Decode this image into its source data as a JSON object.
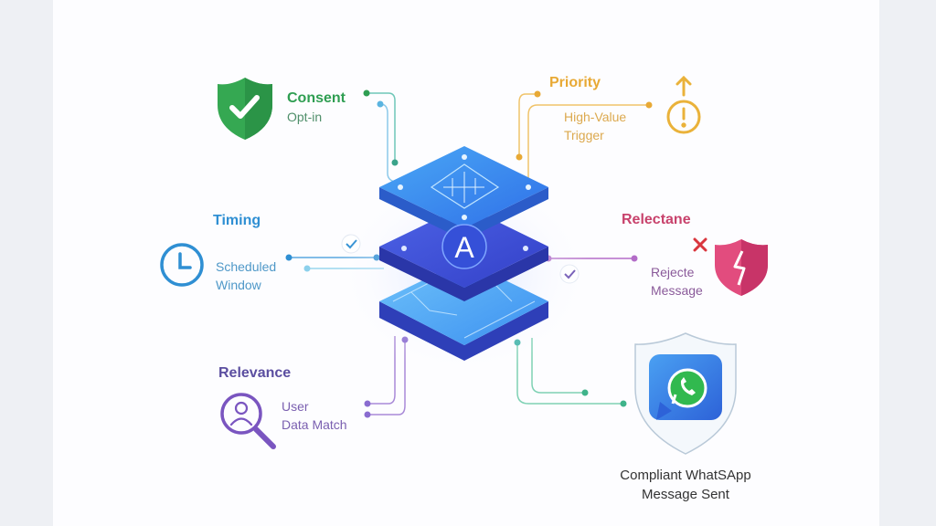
{
  "consent": {
    "title": "Consent",
    "sub": "Opt-in",
    "color": "#2f9e52",
    "icon": "shield-check-icon"
  },
  "priority": {
    "title": "Priority",
    "sub1": "High-Value",
    "sub2": "Trigger",
    "color": "#e8a935",
    "icon": "alert-up-icon"
  },
  "timing": {
    "title": "Timing",
    "sub1": "Scheduled",
    "sub2": "Window",
    "color": "#2f8fd3",
    "icon": "clock-icon"
  },
  "reluctance": {
    "title": "Relectane",
    "sub1": "Rejecte",
    "sub2": "Message",
    "color": "#c8426c",
    "icon": "broken-shield-icon"
  },
  "relevance": {
    "title": "Relevance",
    "sub1": "User",
    "sub2": "Data Match",
    "color": "#6a4fb0",
    "icon": "user-search-icon"
  },
  "center": {
    "letter": "A",
    "color": "#3b6ef0"
  },
  "result": {
    "line1": "Compliant WhatSApp",
    "line2": "Message Sent",
    "icon": "whatsapp-icon"
  }
}
